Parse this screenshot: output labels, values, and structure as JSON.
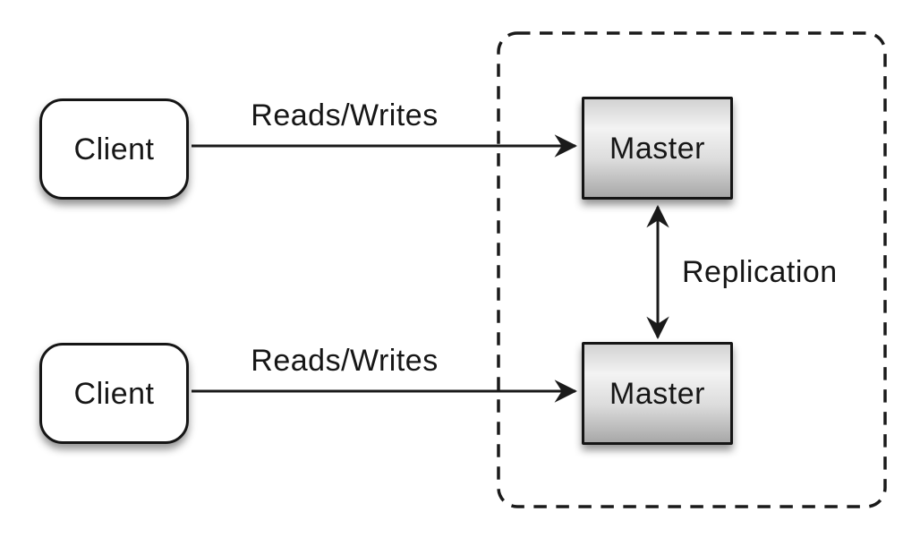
{
  "diagram": {
    "description": "Master-master replication diagram",
    "colors": {
      "background": "#ffffff",
      "line": "#1a1a1a",
      "node_border": "#151515",
      "client_fill": "#ffffff",
      "master_fill_light": "#f3f3f3",
      "master_fill_dark": "#a8a8a8"
    },
    "cluster": {
      "name": "replication-cluster",
      "style": "dashed rounded rectangle"
    },
    "nodes": {
      "client_top": {
        "label": "Client",
        "shape": "rounded-rect"
      },
      "client_bottom": {
        "label": "Client",
        "shape": "rounded-rect"
      },
      "master_top": {
        "label": "Master",
        "shape": "rect"
      },
      "master_bottom": {
        "label": "Master",
        "shape": "rect"
      }
    },
    "edges": {
      "reads_writes_top": {
        "label": "Reads/Writes",
        "from": "client_top",
        "to": "master_top",
        "direction": "one-way"
      },
      "reads_writes_bottom": {
        "label": "Reads/Writes",
        "from": "client_bottom",
        "to": "master_bottom",
        "direction": "one-way"
      },
      "replication": {
        "label": "Replication",
        "from": "master_top",
        "to": "master_bottom",
        "direction": "two-way"
      }
    }
  }
}
